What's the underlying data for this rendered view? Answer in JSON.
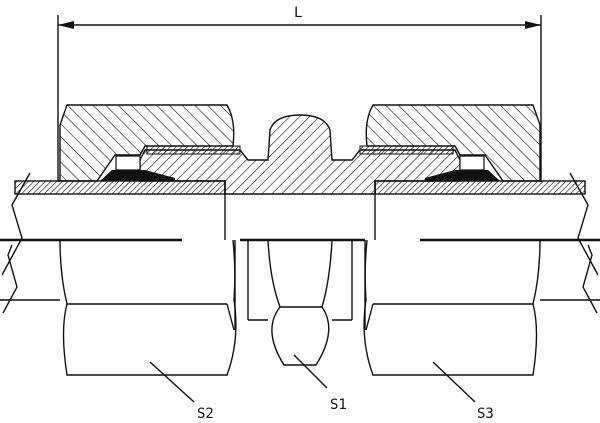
{
  "drawing": {
    "dimension_label": "L",
    "labels": {
      "s1": "S1",
      "s2": "S2",
      "s3": "S3"
    },
    "colors": {
      "line": "#111111",
      "background": "#ffffff"
    }
  }
}
